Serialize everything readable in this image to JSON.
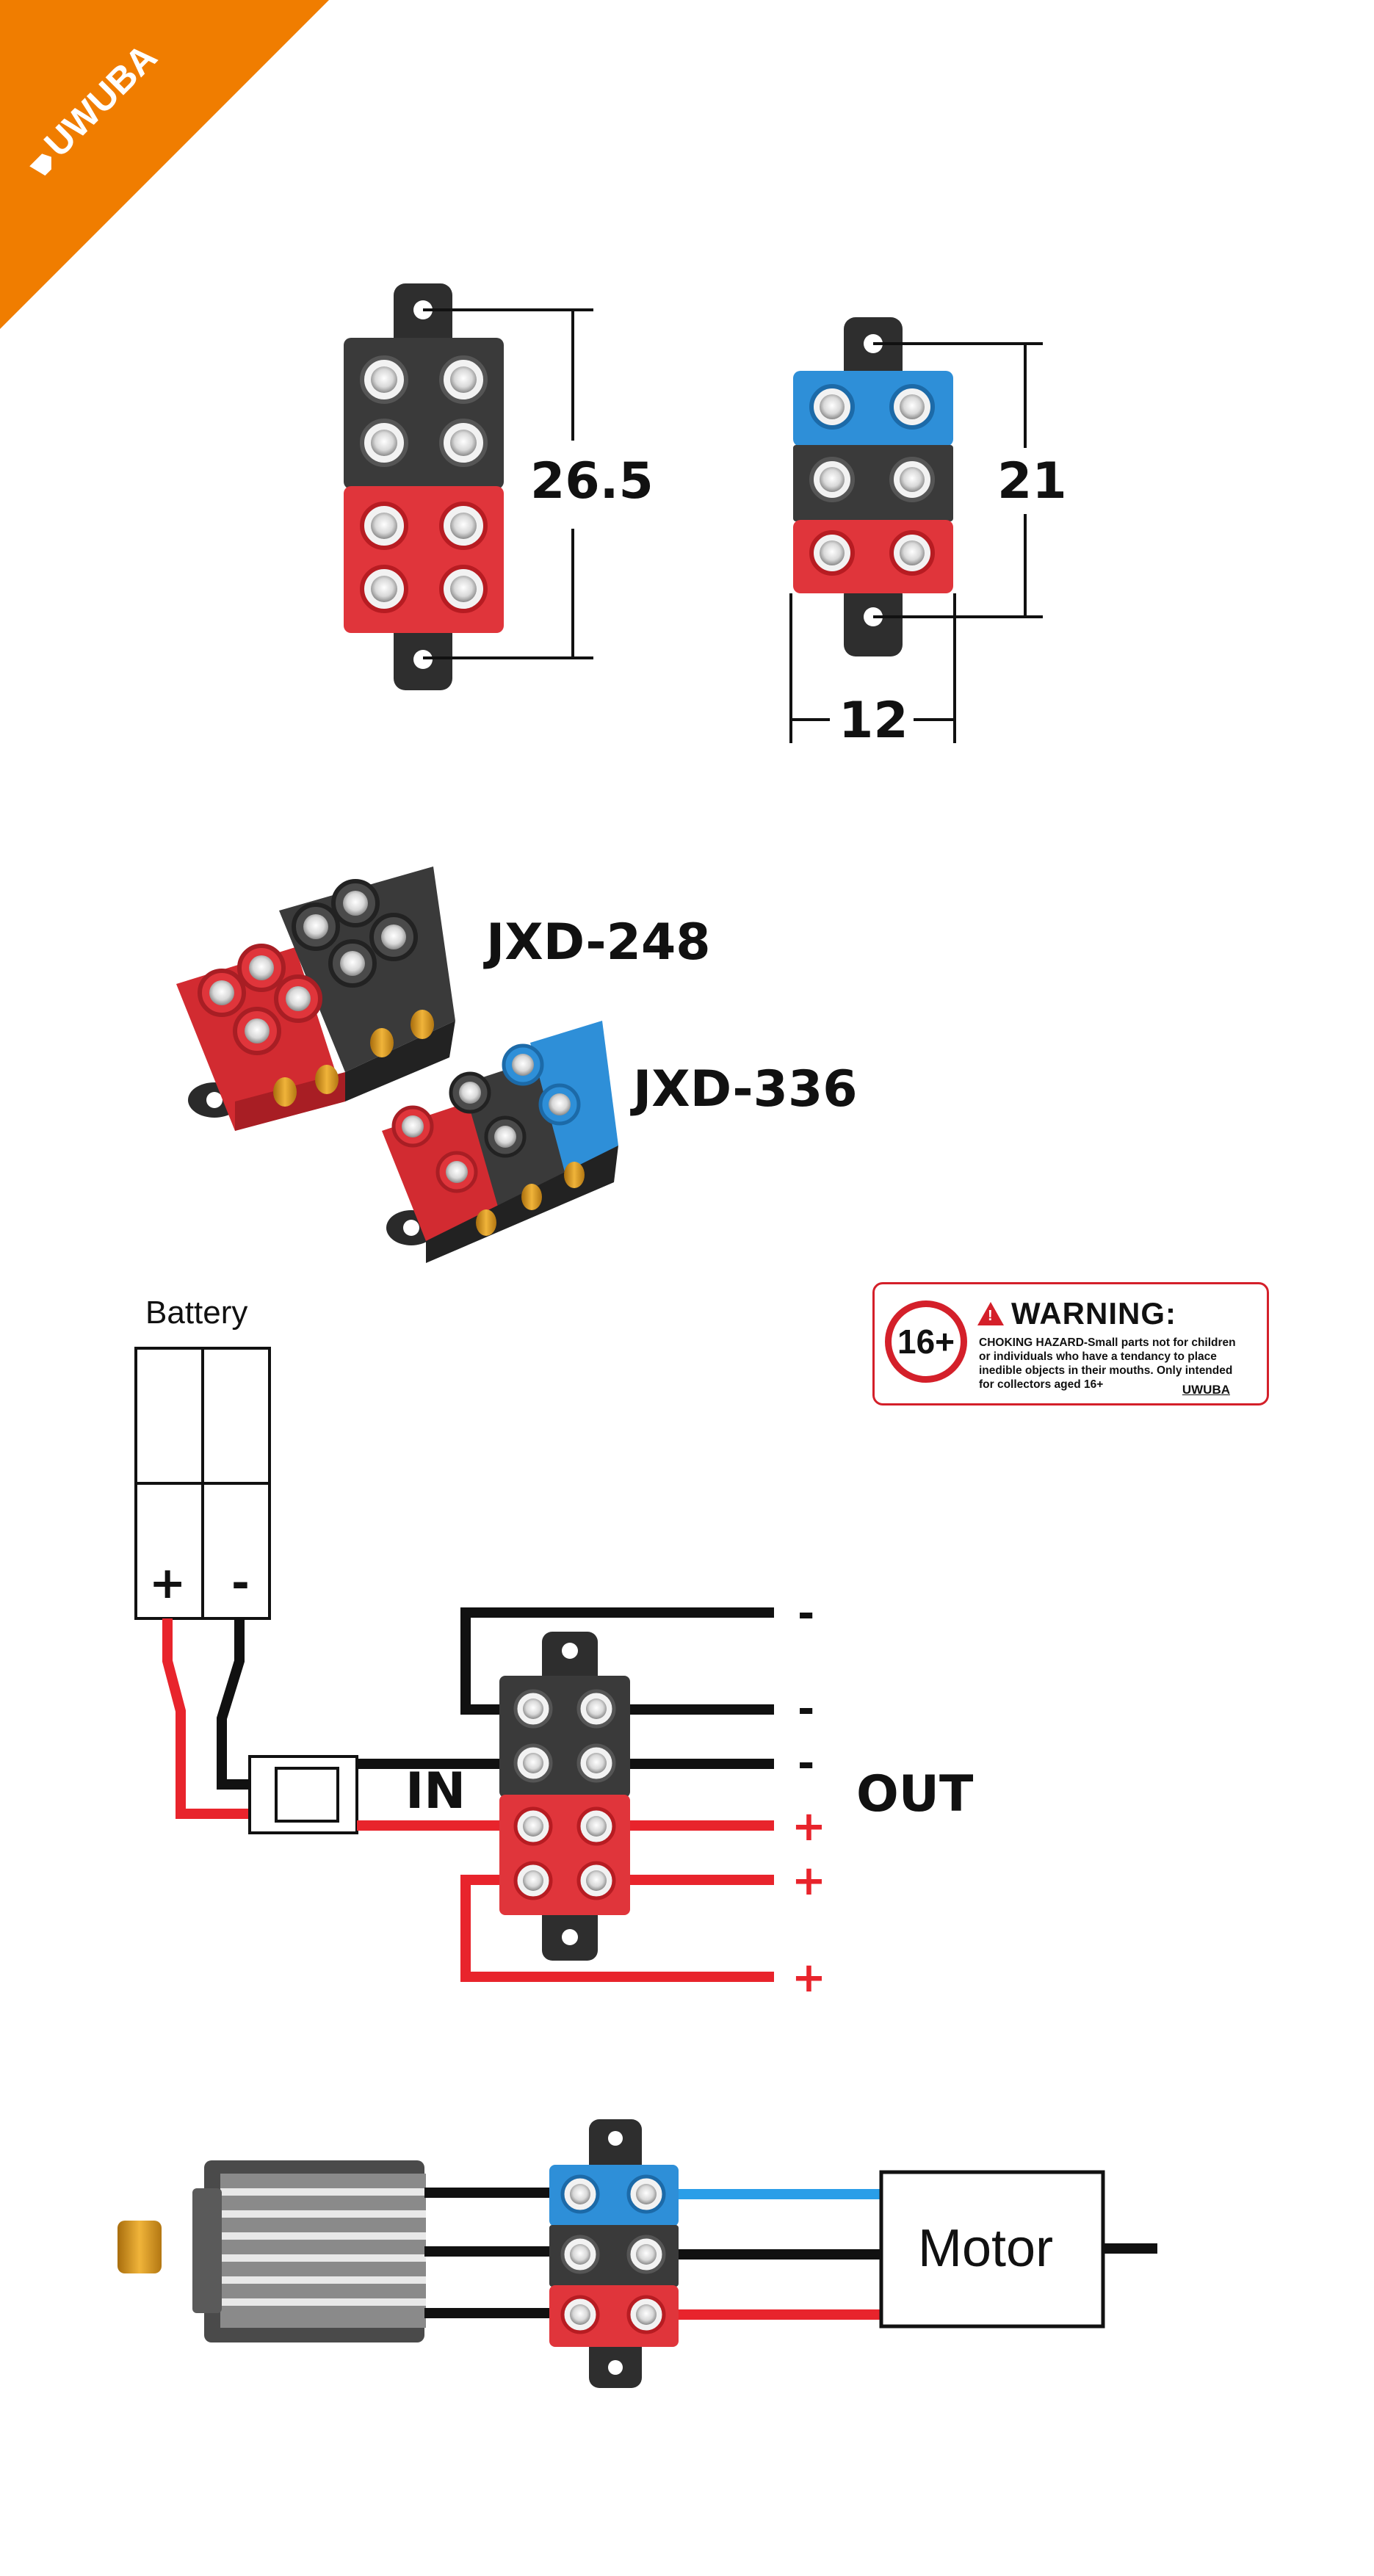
{
  "brand": {
    "name": "UWUBA",
    "corner_color": "#f07d00"
  },
  "dimensions": {
    "large_height": "26.5",
    "small_height": "21",
    "small_width": "12"
  },
  "models": {
    "model_a": "JXD-248",
    "model_b": "JXD-336"
  },
  "warning": {
    "age": "16+",
    "title": "WARNING:",
    "lines": [
      "CHOKING HAZARD-Small parts not for children",
      "or individuals who have a tendancy to place",
      "inedible objects in their mouths. Only intended",
      "for collectors aged 16+"
    ],
    "brand": "UWUBA"
  },
  "wiring": {
    "battery_label": "Battery",
    "plus": "+",
    "minus": "-",
    "in_label": "IN",
    "out_label": "OUT",
    "out_signs": [
      "-",
      "-",
      "-",
      "+",
      "+",
      "+"
    ]
  },
  "motor_diagram": {
    "motor_label": "Motor"
  },
  "colors": {
    "red": "#e8242c",
    "black": "#111111",
    "blue": "#2a9ee8",
    "module_dark": "#3a3a3a",
    "module_red": "#e0353b",
    "module_blue": "#2e8fd8",
    "brass": "#e8a31a"
  }
}
